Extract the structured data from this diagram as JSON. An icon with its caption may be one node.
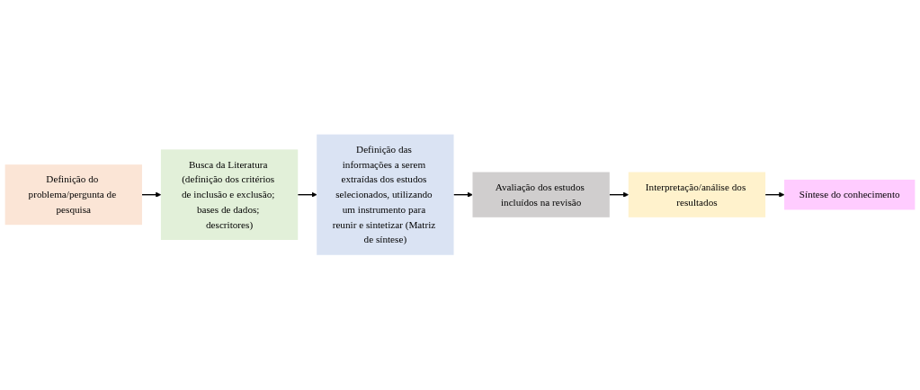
{
  "diagram": {
    "nodes": [
      {
        "text": [
          "Definição do problema/pergunta de pesquisa"
        ]
      },
      {
        "text": [
          "Busca da Literatura (definição dos critérios de inclusão e exclusão; bases de dados; descritores)"
        ]
      },
      {
        "text": [
          "Definição das informações a serem extraídas dos estudos selecionados, utilizando um instrumento para reunir e sintetizar (Matriz de síntese)"
        ]
      },
      {
        "text": [
          "Avaliação dos estudos incluídos na revisão"
        ]
      },
      {
        "text": [
          "Interpretação/análise dos resultados"
        ]
      },
      {
        "text": [
          "Síntese do conhecimento"
        ]
      }
    ],
    "edges": [
      {
        "from": 0,
        "to": 1,
        "arrow": "to"
      },
      {
        "from": 1,
        "to": 2,
        "arrow": "to"
      },
      {
        "from": 2,
        "to": 3,
        "arrow": "to"
      },
      {
        "from": 3,
        "to": 4,
        "arrow": "to"
      },
      {
        "from": 4,
        "to": 5,
        "arrow": "to"
      }
    ]
  }
}
